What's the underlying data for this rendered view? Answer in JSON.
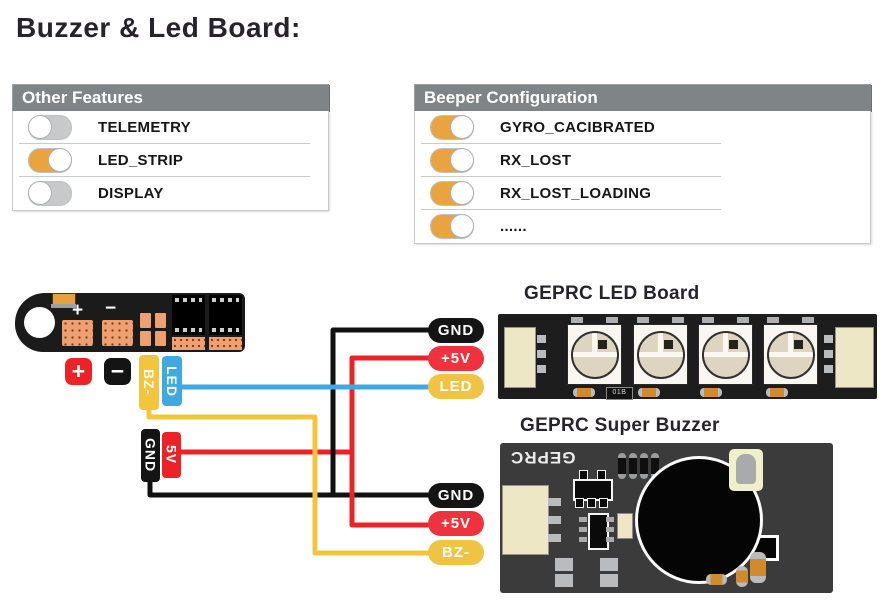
{
  "title": "Buzzer & Led Board:",
  "panels": {
    "other_features": {
      "header": "Other Features",
      "items": [
        {
          "label": "TELEMETRY",
          "enabled": false
        },
        {
          "label": "LED_STRIP",
          "enabled": true
        },
        {
          "label": "DISPLAY",
          "enabled": false
        }
      ]
    },
    "beeper_configuration": {
      "header": "Beeper Configuration",
      "items": [
        {
          "label": "GYRO_CACIBRATED",
          "enabled": true
        },
        {
          "label": "RX_LOST",
          "enabled": true
        },
        {
          "label": "RX_LOST_LOADING",
          "enabled": true
        },
        {
          "label": "......",
          "enabled": true
        }
      ]
    }
  },
  "diagram": {
    "fc_board": {
      "plus_pad": "+",
      "minus_pad": "−",
      "plus_button": "+",
      "minus_button": "−",
      "bz_tag": "BZ-",
      "led_tag": "LED",
      "gnd_tag": "GND",
      "v5_tag": "5V"
    },
    "led_connector_labels": [
      {
        "label": "GND"
      },
      {
        "label": "+5V"
      },
      {
        "label": "LED"
      }
    ],
    "buzzer_connector_labels": [
      {
        "label": "GND"
      },
      {
        "label": "+5V"
      },
      {
        "label": "BZ-"
      }
    ],
    "led_board": {
      "title": "GEPRC LED Board",
      "chip_label": "01B"
    },
    "buzzer_board": {
      "title": "GEPRC Super Buzzer",
      "brand": "GEPRC"
    },
    "wire_colors": {
      "ground": "#111111",
      "power": "#ec2227",
      "led_signal": "#3fa9e0",
      "buzzer_signal": "#f2c53d"
    }
  },
  "colors": {
    "panel_header_gray": "#7f8486",
    "toggle_on_orange": "#e9a440",
    "toggle_off_gray": "#c7c9cb",
    "pill_black": "#141414",
    "pill_red": "#ee333e",
    "pill_yellow": "#f0c442"
  }
}
